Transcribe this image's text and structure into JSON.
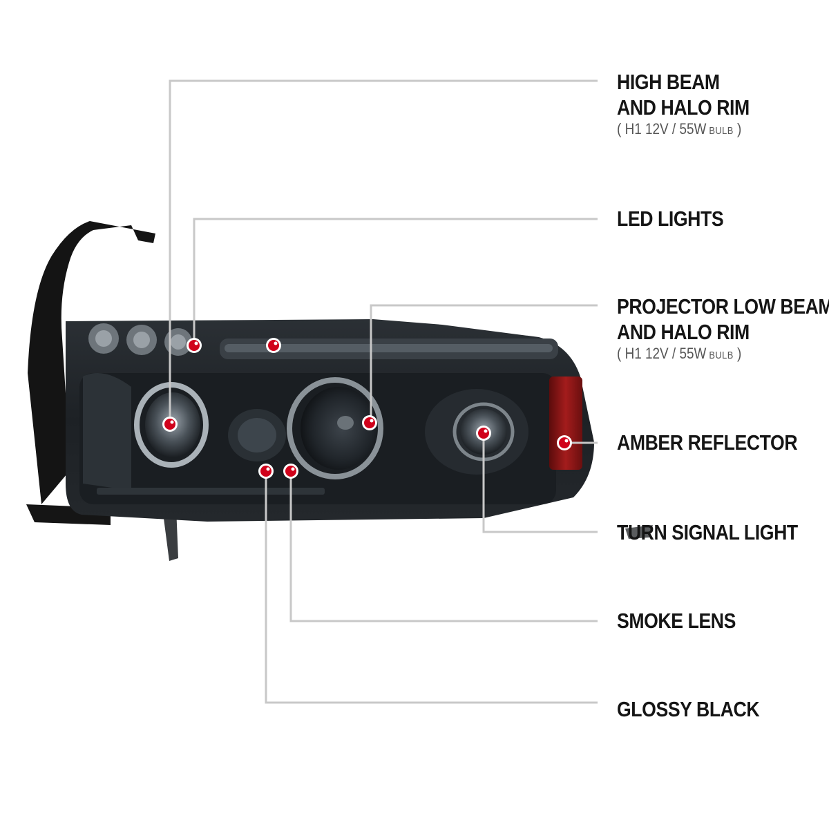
{
  "colors": {
    "leader_line": "#c8c8c8",
    "marker": "#d0021b",
    "label_text": "#151515",
    "sub_text": "#555555",
    "housing": "#1f2327",
    "amber": "#8e1414"
  },
  "callouts": {
    "high_beam": {
      "line1": "HIGH BEAM",
      "line2": "AND HALO RIM",
      "spec_open": "( ",
      "spec_main": "H1  12V / 55W",
      "spec_unit": " BULB",
      "spec_close": " )"
    },
    "led_lights": {
      "line1": "LED LIGHTS"
    },
    "projector": {
      "line1": "PROJECTOR LOW BEAM",
      "line2": "AND HALO RIM",
      "spec_open": "( ",
      "spec_main": "H1  12V / 55W",
      "spec_unit": " BULB",
      "spec_close": " )"
    },
    "amber_reflector": {
      "line1": "AMBER REFLECTOR"
    },
    "turn_signal": {
      "line1": "TURN SIGNAL LIGHT"
    },
    "smoke_lens": {
      "line1": "SMOKE LENS"
    },
    "glossy_black": {
      "line1": "GLOSSY BLACK"
    }
  }
}
